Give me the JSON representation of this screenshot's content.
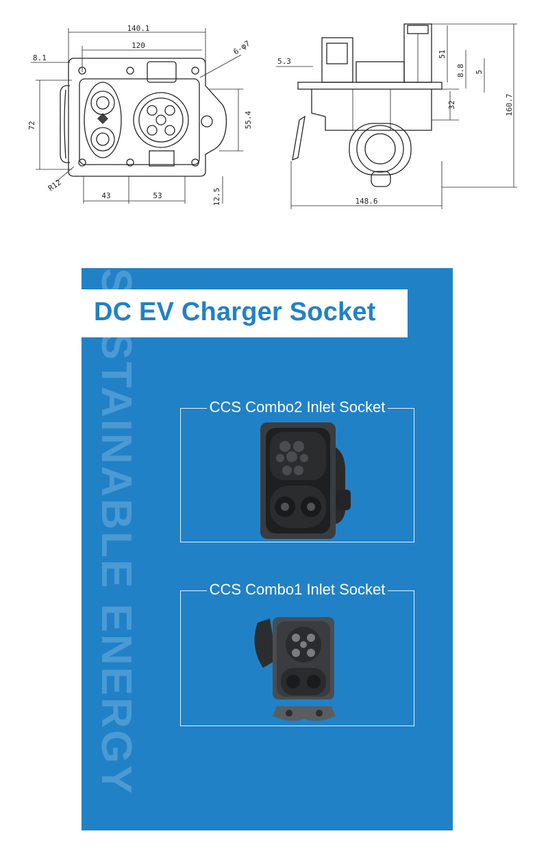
{
  "drawing": {
    "front_view": {
      "dims": {
        "overall_width": "140.1",
        "hole_spacing": "120",
        "edge_offset": "8.1",
        "holes": "6-φ7",
        "height": "72",
        "inner_height": "55.4",
        "corner_radius": "R12",
        "left_spacing": "43",
        "right_spacing": "53",
        "bottom_offset": "12.5"
      }
    },
    "side_view": {
      "dims": {
        "flange": "5.3",
        "top_height": "51",
        "offset_a": "8.8",
        "offset_b": "5",
        "lower_height": "32",
        "total_height": "160.7",
        "depth": "148.6"
      }
    }
  },
  "panel": {
    "watermark": "SUSTAINABLE ENERGY",
    "title": "DC EV Charger Socket",
    "products": [
      {
        "label": "CCS Combo2 Inlet Socket"
      },
      {
        "label": "CCS Combo1 Inlet Socket"
      }
    ],
    "colors": {
      "background": "#2181c7",
      "title_text": "#2181c7",
      "watermark": "#4b9ad3"
    }
  }
}
